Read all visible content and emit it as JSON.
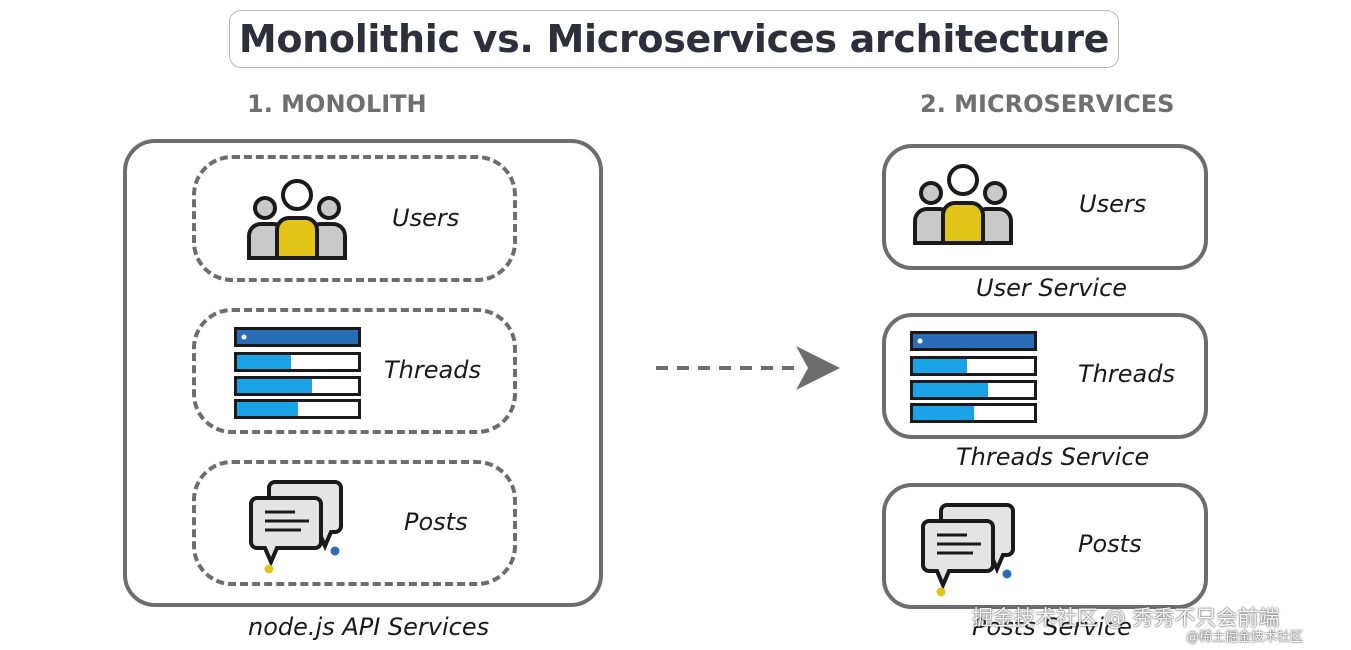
{
  "title": "Monolithic vs. Microservices architecture",
  "monolith": {
    "heading": "1. MONOLITH",
    "modules": {
      "users": "Users",
      "threads": "Threads",
      "posts": "Posts"
    },
    "caption": "node.js API Services"
  },
  "microservices": {
    "heading": "2. MICROSERVICES",
    "services": {
      "users": {
        "label": "Users",
        "caption": "User Service"
      },
      "threads": {
        "label": "Threads",
        "caption": "Threads Service"
      },
      "posts": {
        "label": "Posts",
        "caption": "Posts Service"
      }
    }
  },
  "watermark": {
    "main": "掘金技术社区 @ 秀秀不只会前端",
    "sub": "@稀土掘金技术社区"
  },
  "icons": {
    "users": "users-group-icon",
    "threads": "threads-list-icon",
    "posts": "chat-bubbles-icon",
    "arrow": "dashed-arrow-right-icon"
  },
  "colors": {
    "accent_yellow": "#e3c51a",
    "accent_blue": "#2a6db7",
    "bar_blue": "#1aa3e6",
    "stroke": "#6d6d6d"
  }
}
